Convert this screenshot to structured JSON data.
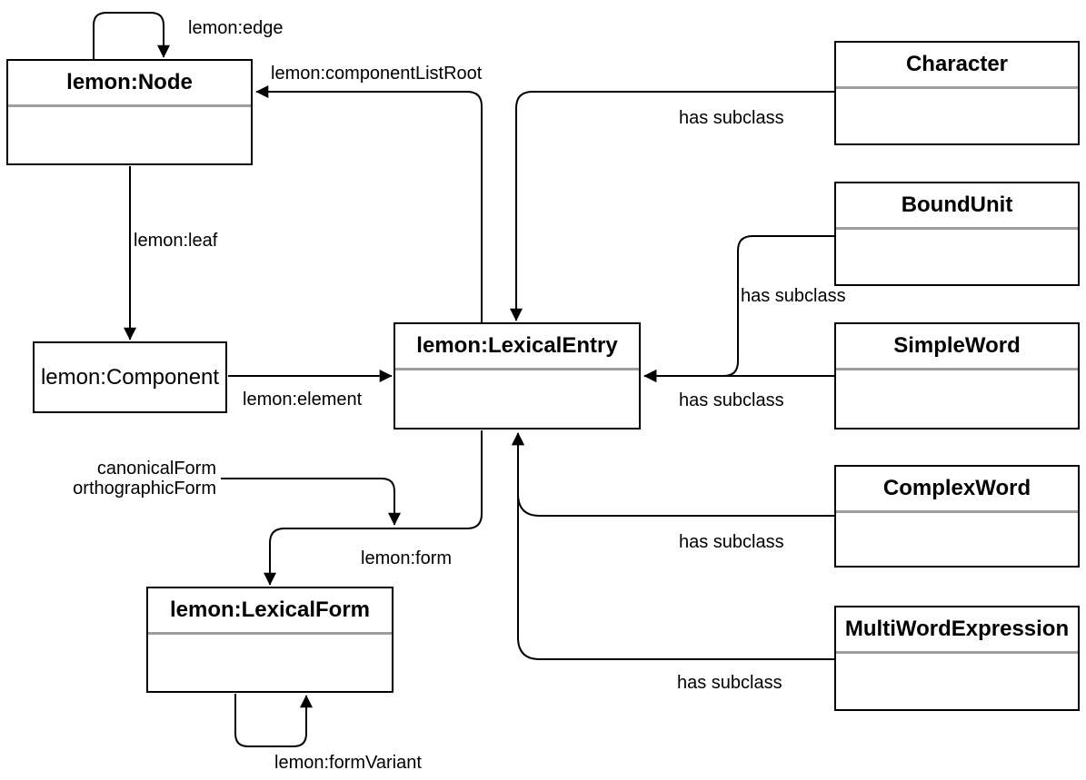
{
  "boxes": {
    "node": {
      "label": "lemon:Node"
    },
    "component": {
      "label": "lemon:Component"
    },
    "lexical_entry": {
      "label": "lemon:LexicalEntry"
    },
    "lexical_form": {
      "label": "lemon:LexicalForm"
    },
    "character": {
      "label": "Character"
    },
    "bound_unit": {
      "label": "BoundUnit"
    },
    "simple_word": {
      "label": "SimpleWord"
    },
    "complex_word": {
      "label": "ComplexWord"
    },
    "multi_word_expression": {
      "label": "MultiWordExpression"
    }
  },
  "edges": {
    "lemon_edge": {
      "from": "lemon:Node",
      "to": "lemon:Node",
      "label": "lemon:edge"
    },
    "lemon_leaf": {
      "from": "lemon:Node",
      "to": "lemon:Component",
      "label": "lemon:leaf"
    },
    "lemon_element": {
      "from": "lemon:Component",
      "to": "lemon:LexicalEntry",
      "label": "lemon:element"
    },
    "component_list_root": {
      "from": "lemon:LexicalEntry",
      "to": "lemon:Node",
      "label": "lemon:componentListRoot"
    },
    "lemon_form": {
      "from": "lemon:LexicalEntry",
      "to": "lemon:LexicalForm",
      "label": "lemon:form"
    },
    "form_variant": {
      "from": "lemon:LexicalForm",
      "to": "lemon:LexicalForm",
      "label": "lemon:formVariant"
    },
    "subclass_character": {
      "from": "Character",
      "to": "lemon:LexicalEntry",
      "label": "has subclass"
    },
    "subclass_bound_unit": {
      "from": "BoundUnit",
      "to": "lemon:LexicalEntry",
      "label": "has subclass"
    },
    "subclass_simple_word": {
      "from": "SimpleWord",
      "to": "lemon:LexicalEntry",
      "label": "has subclass"
    },
    "subclass_complex_word": {
      "from": "ComplexWord",
      "to": "lemon:LexicalEntry",
      "label": "has subclass"
    },
    "subclass_multi_word": {
      "from": "MultiWordExpression",
      "to": "lemon:LexicalEntry",
      "label": "has subclass"
    }
  },
  "form_annotation": {
    "lines": [
      "canonicalForm",
      "orthographicForm"
    ],
    "target": "lemon:form"
  },
  "colors": {
    "background": "#ffffff",
    "line": "#000000",
    "box_fill": "#ffffff",
    "box_border": "#000000",
    "divider": "#9e9e9e",
    "text": "#000000"
  }
}
